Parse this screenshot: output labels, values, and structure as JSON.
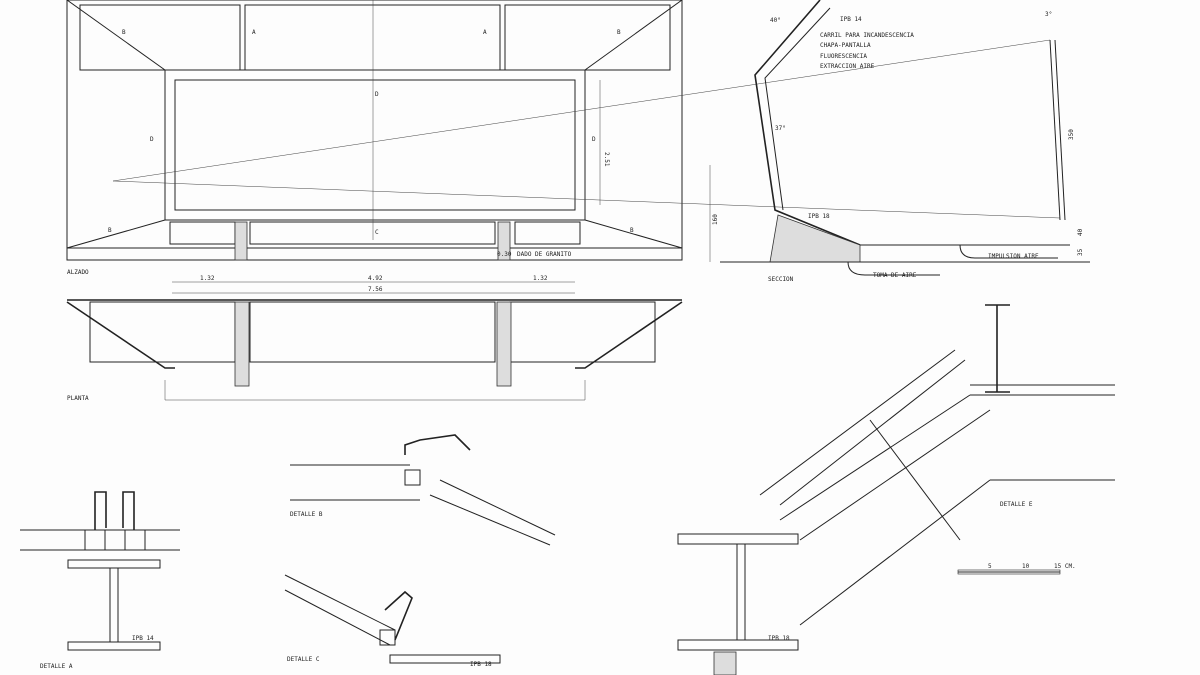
{
  "alzado": {
    "title": "ALZADO",
    "section_marks": [
      "A",
      "A",
      "B",
      "B",
      "B",
      "B",
      "C",
      "D",
      "D",
      "D"
    ],
    "dims": [
      "1.32",
      "4.92",
      "1.32",
      "7.56"
    ],
    "height_dim": "2.51",
    "granite_dim": "0.30",
    "granite_label": "DADO DE GRANITO"
  },
  "planta": {
    "title": "PLANTA"
  },
  "seccion": {
    "title": "SECCION",
    "beam_top": "IPB 14",
    "beam_bottom": "IPB 18",
    "angle_top": "40°",
    "angle_mid": "37°",
    "angle_right": "3°",
    "labels": [
      "CARRIL PARA INCANDESCENCIA",
      "CHAPA-PANTALLA",
      "FLUORESCENCIA",
      "EXTRACCION AIRE"
    ],
    "impulsion": "IMPULSION AIRE",
    "toma": "TOMA DE AIRE",
    "dims": [
      "350",
      "40",
      "35",
      "160"
    ]
  },
  "details": {
    "a": {
      "title": "DETALLE  A",
      "beam": "IPB 14"
    },
    "b": {
      "title": "DETALLE  B"
    },
    "c": {
      "title": "DETALLE  C",
      "beam": "IPB 18"
    },
    "e": {
      "title": "DETALLE  E",
      "beam": "IPB 18"
    }
  },
  "scale": {
    "ticks": [
      "5",
      "10",
      "15 CM."
    ]
  }
}
